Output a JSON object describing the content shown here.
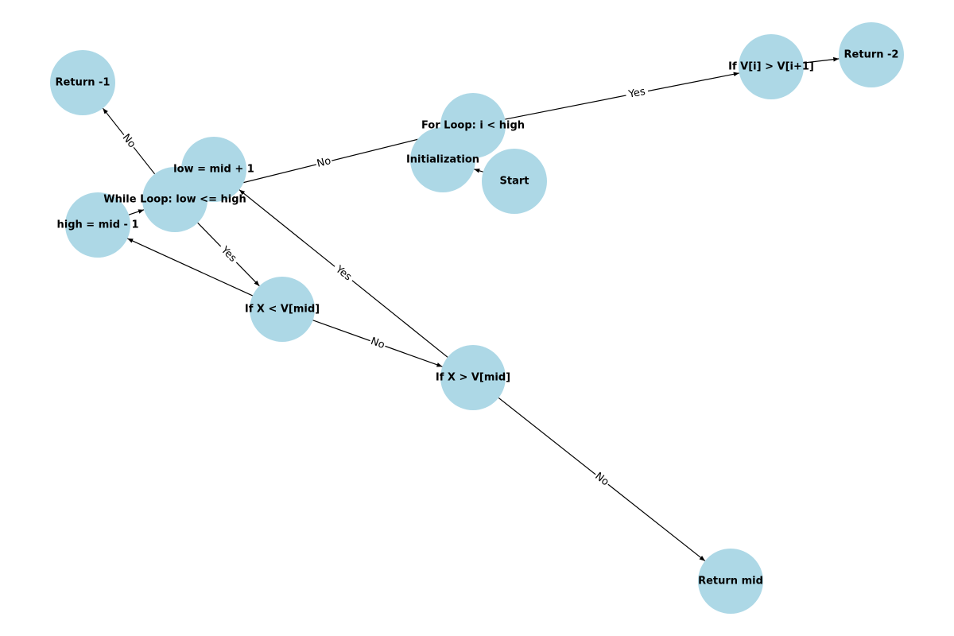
{
  "diagram": {
    "type": "flowchart",
    "node_color": "#add8e6",
    "nodes": [
      {
        "id": "start",
        "label": "Start"
      },
      {
        "id": "init",
        "label": "Initialization"
      },
      {
        "id": "for_loop",
        "label": "For Loop: i < high"
      },
      {
        "id": "if_vi",
        "label": "If V[i] > V[i+1]"
      },
      {
        "id": "ret_m2",
        "label": "Return -2"
      },
      {
        "id": "while_loop",
        "label": "While Loop: low <= high"
      },
      {
        "id": "ret_m1",
        "label": "Return -1"
      },
      {
        "id": "low_mid",
        "label": "low = mid + 1"
      },
      {
        "id": "high_mid",
        "label": "high = mid - 1"
      },
      {
        "id": "if_lt",
        "label": "If X < V[mid]"
      },
      {
        "id": "if_gt",
        "label": "If X > V[mid]"
      },
      {
        "id": "ret_mid",
        "label": "Return mid"
      }
    ],
    "edges": [
      {
        "from": "start",
        "to": "init",
        "label": ""
      },
      {
        "from": "init",
        "to": "for_loop",
        "label": ""
      },
      {
        "from": "for_loop",
        "to": "if_vi",
        "label": "Yes"
      },
      {
        "from": "if_vi",
        "to": "ret_m2",
        "label": ""
      },
      {
        "from": "for_loop",
        "to": "while_loop",
        "label": "No"
      },
      {
        "from": "while_loop",
        "to": "ret_m1",
        "label": "No"
      },
      {
        "from": "while_loop",
        "to": "if_lt",
        "label": "Yes"
      },
      {
        "from": "if_lt",
        "to": "high_mid",
        "label": ""
      },
      {
        "from": "high_mid",
        "to": "while_loop",
        "label": ""
      },
      {
        "from": "if_lt",
        "to": "if_gt",
        "label": "No"
      },
      {
        "from": "if_gt",
        "to": "low_mid",
        "label": "Yes"
      },
      {
        "from": "low_mid",
        "to": "while_loop",
        "label": ""
      },
      {
        "from": "if_gt",
        "to": "ret_mid",
        "label": "No"
      }
    ]
  }
}
